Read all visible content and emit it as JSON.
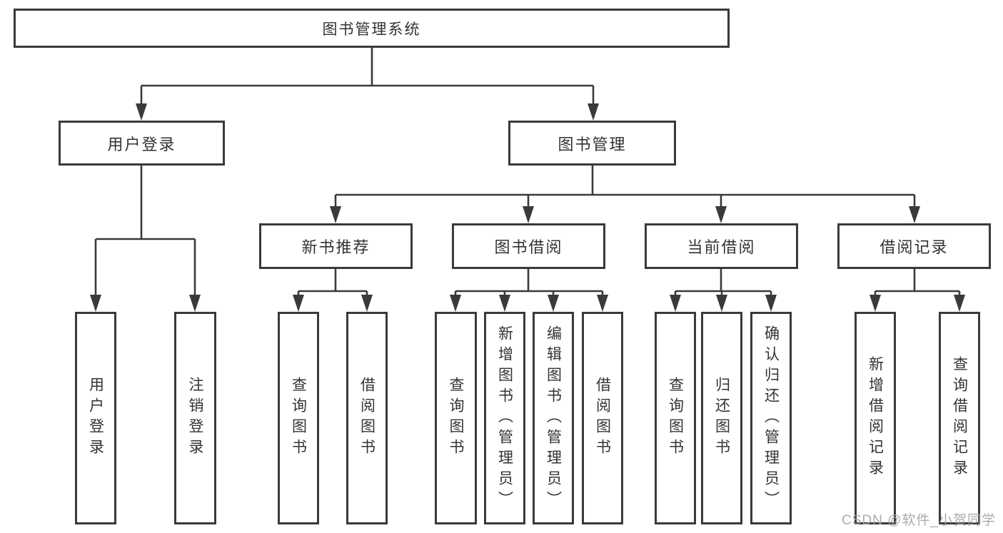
{
  "diagram": {
    "root": "图书管理系统",
    "branches": [
      {
        "label": "用户登录",
        "children": [
          {
            "label": "用户登录"
          },
          {
            "label": "注销登录"
          }
        ]
      },
      {
        "label": "图书管理",
        "children": [
          {
            "label": "新书推荐",
            "children": [
              {
                "label": "查询图书"
              },
              {
                "label": "借阅图书"
              }
            ]
          },
          {
            "label": "图书借阅",
            "children": [
              {
                "label": "查询图书"
              },
              {
                "label": "新增图书（管理员）"
              },
              {
                "label": "编辑图书（管理员）"
              },
              {
                "label": "借阅图书"
              }
            ]
          },
          {
            "label": "当前借阅",
            "children": [
              {
                "label": "查询图书"
              },
              {
                "label": "归还图书"
              },
              {
                "label": "确认归还（管理员）"
              }
            ]
          },
          {
            "label": "借阅记录",
            "children": [
              {
                "label": "新增借阅记录"
              },
              {
                "label": "查询借阅记录"
              }
            ]
          }
        ]
      }
    ]
  },
  "watermark": {
    "text": "CSDN @软件_小贺同学"
  },
  "colors": {
    "line": "#3a3a3a",
    "text": "#333333",
    "background": "#ffffff",
    "watermark": "#a2a2a2"
  }
}
